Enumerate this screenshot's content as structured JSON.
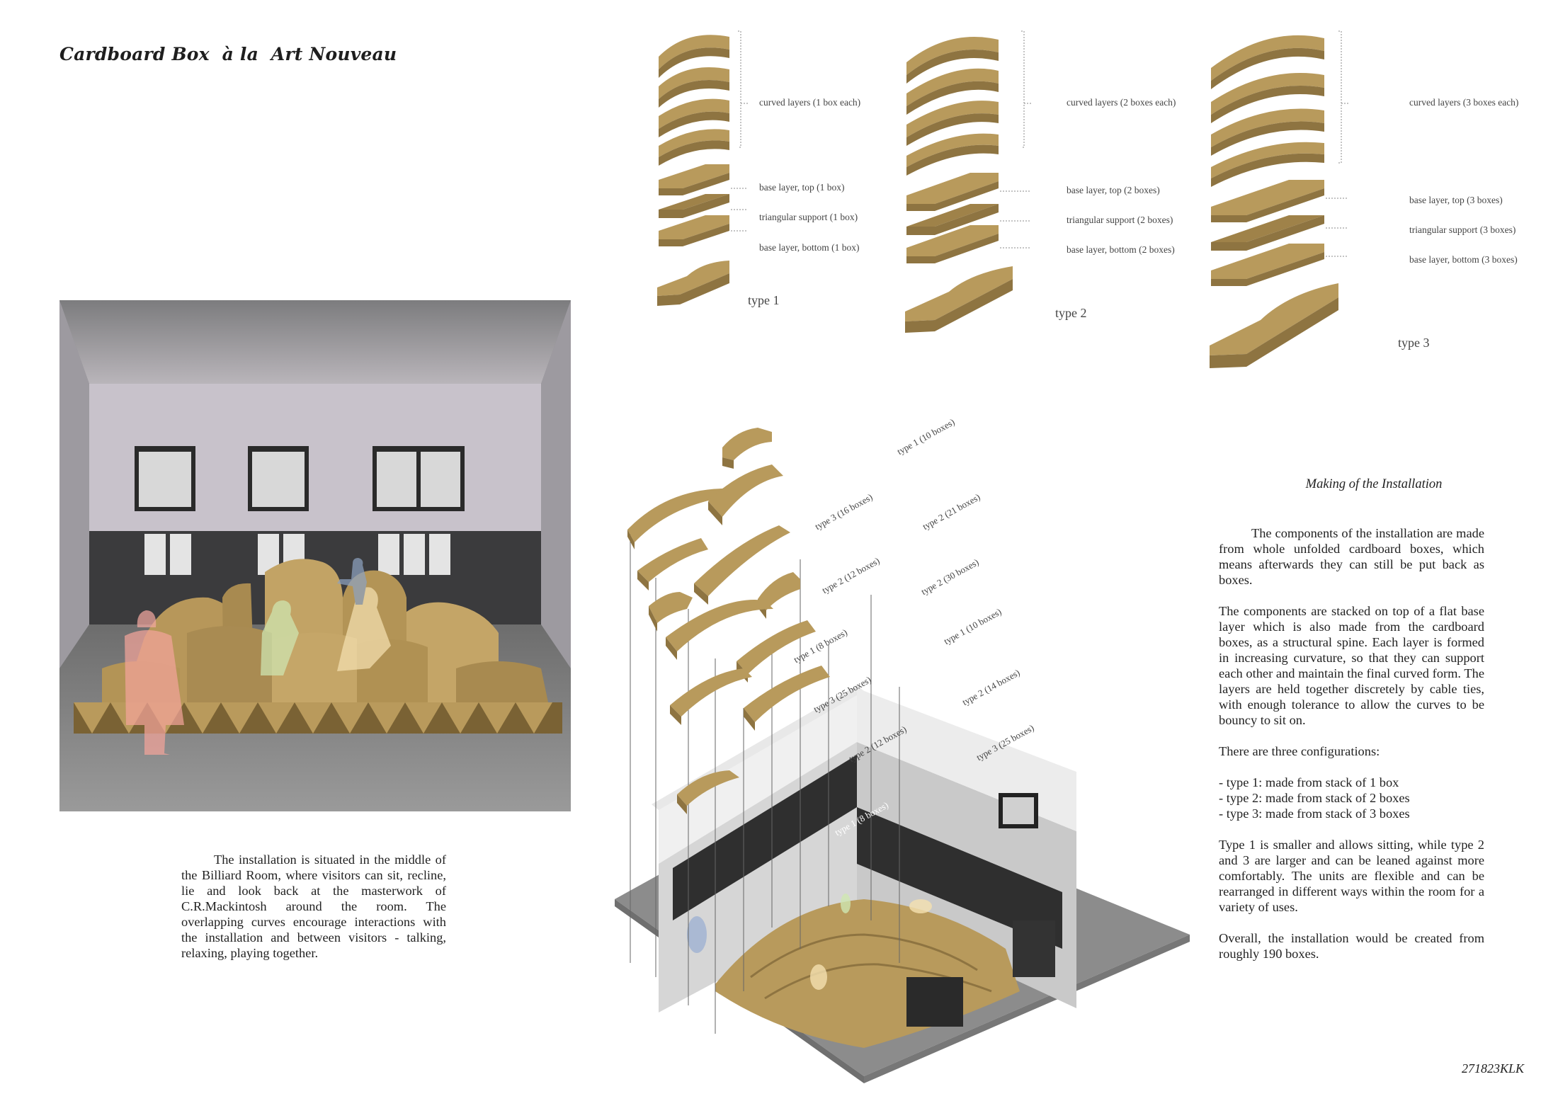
{
  "title": "Cardboard Box  à la  Art Nouveau",
  "colors": {
    "cardboard": "#b89a5c",
    "cardboard_dark": "#8e7441",
    "cardboard_side": "#9f8249",
    "wall": "#c6bfc8",
    "floor": "#8a8a8a"
  },
  "type1": {
    "curved": "curved layers (1 box each)",
    "base_top": "base layer, top (1 box)",
    "support": "triangular support (1 box)",
    "base_bottom": "base layer, bottom (1 box)",
    "name": "type 1"
  },
  "type2": {
    "curved": "curved layers (2 boxes each)",
    "base_top": "base layer, top (2 boxes)",
    "support": "triangular support (2 boxes)",
    "base_bottom": "base layer, bottom (2 boxes)",
    "name": "type 2"
  },
  "type3": {
    "curved": "curved layers (3 boxes each)",
    "base_top": "base layer, top (3 boxes)",
    "support": "triangular support (3 boxes)",
    "base_bottom": "base layer, bottom (3 boxes)",
    "name": "type 3"
  },
  "axo_labels": [
    "type 1 (10 boxes)",
    "type 3 (16 boxes)",
    "type 2 (21 boxes)",
    "type 2 (12 boxes)",
    "type 2 (30 boxes)",
    "type 1 (8 boxes)",
    "type 1 (10 boxes)",
    "type 3 (25 boxes)",
    "type 2 (14 boxes)",
    "type 2 (12 boxes)",
    "type 3 (25 boxes)",
    "type 1 (8 boxes)"
  ],
  "left_text": "The installation is situated in the middle of the Billiard Room, where visitors can sit, recline, lie and look back at the masterwork of C.R.Mackintosh around the room. The overlapping curves encourage interactions with the installation and between visitors - talking, relaxing, playing together.",
  "making_caption": "Making of the Installation",
  "right_text": {
    "p1": "The components of the installation are made from whole unfolded cardboard boxes, which means afterwards they can still be put back as boxes.",
    "p2": "The components are stacked on top of a flat base layer which is also made from the cardboard boxes, as a structural spine. Each layer is formed in increasing curvature, so that they can support each other and maintain the final curved form. The layers are held together discretely by cable ties, with enough tolerance to allow the curves to be bouncy to sit on.",
    "p3": "There are three configurations:",
    "list": [
      "- type 1: made from stack of 1 box",
      "- type 2: made from stack of 2 boxes",
      "- type 3: made from stack of 3 boxes"
    ],
    "p4": "Type 1 is smaller and allows sitting, while type 2 and 3 are larger and can be leaned against more comfortably. The units are flexible and can be rearranged in different ways within the room for a variety of uses.",
    "p5": "Overall, the installation would be created from roughly 190 boxes."
  },
  "code": "271823KLK"
}
